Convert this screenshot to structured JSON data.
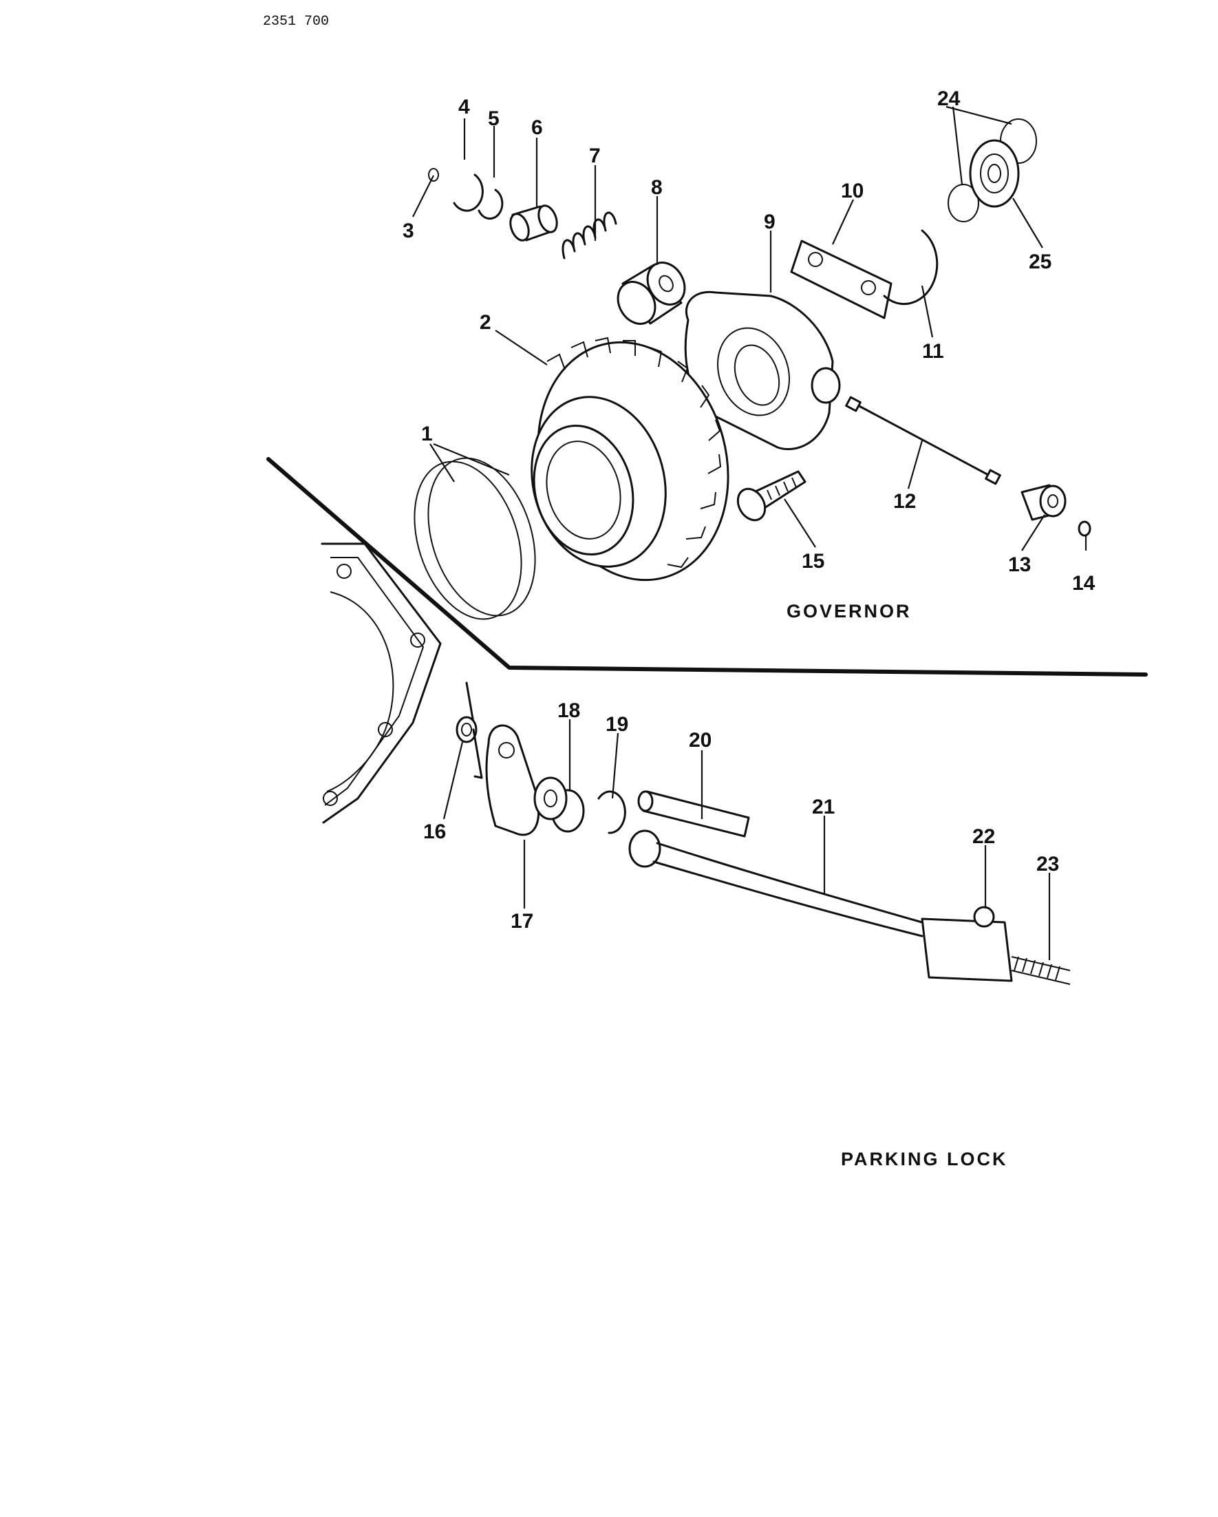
{
  "document_id": "2351  700",
  "sections": {
    "governor": "GOVERNOR",
    "parking_lock": "PARKING LOCK"
  },
  "callouts": [
    "1",
    "2",
    "3",
    "4",
    "5",
    "6",
    "7",
    "8",
    "9",
    "10",
    "11",
    "12",
    "13",
    "14",
    "15",
    "16",
    "17",
    "18",
    "19",
    "20",
    "21",
    "22",
    "23",
    "24",
    "25"
  ]
}
